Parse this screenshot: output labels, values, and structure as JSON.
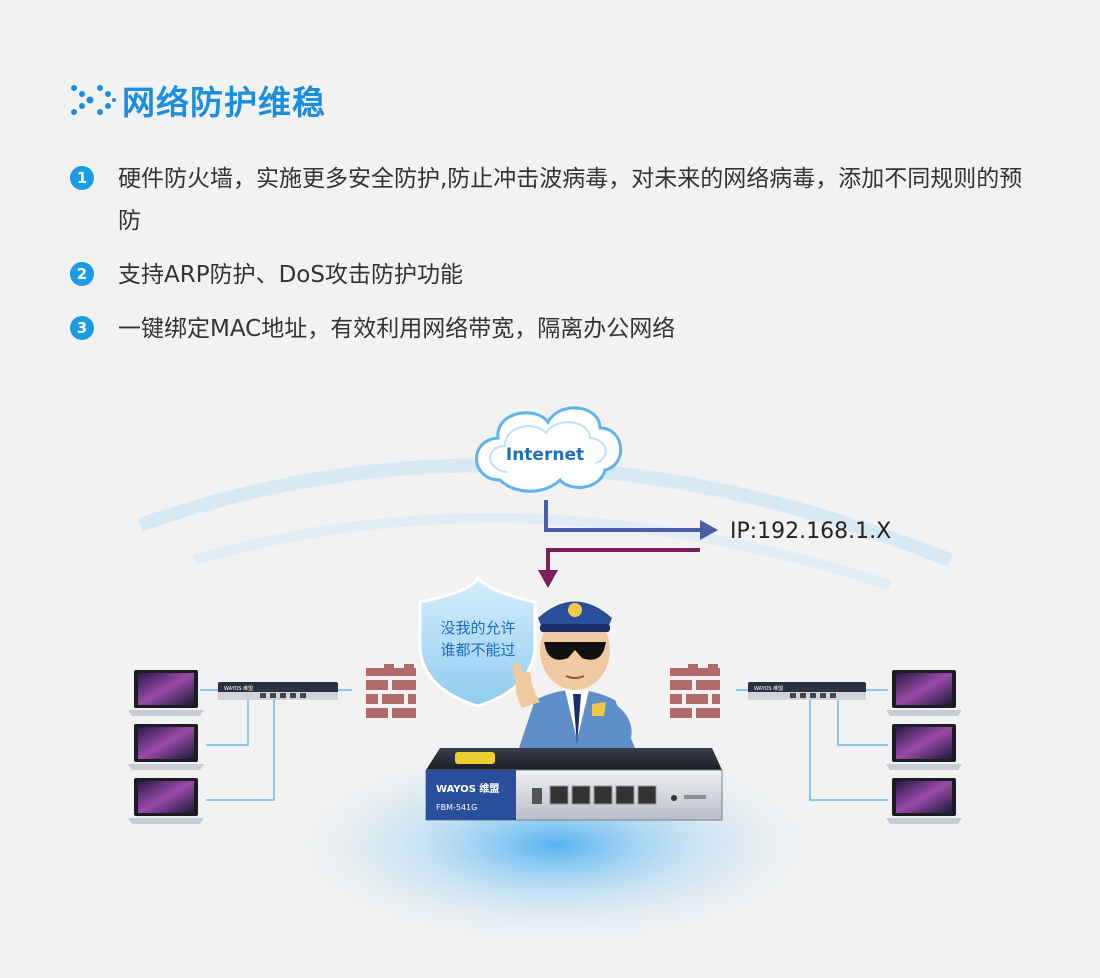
{
  "header": {
    "title": "网络防护维稳"
  },
  "bullets": [
    {
      "num": "1",
      "text": "硬件防火墙，实施更多安全防护,防止冲击波病毒，对未来的网络病毒，添加不同规则的预防"
    },
    {
      "num": "2",
      "text": "支持ARP防护、DoS攻击防护功能"
    },
    {
      "num": "3",
      "text": "一键绑定MAC地址，有效利用网络带宽，隔离办公网络"
    }
  ],
  "diagram": {
    "cloud_label": "Internet",
    "ip_label": "IP:192.168.1.X",
    "shield_line1": "没我的允许",
    "shield_line2": "谁都不能过",
    "router_brand": "WAYOS 维盟",
    "router_model": "FBM-541G",
    "switch_brand": "WAYOS 维盟"
  },
  "colors": {
    "accent": "#1a8ee0",
    "bullet": "#1a9be6",
    "arrow_blue": "#4a5ea8",
    "arrow_purple": "#7a1f5c",
    "firewall": "#b06a6a"
  }
}
